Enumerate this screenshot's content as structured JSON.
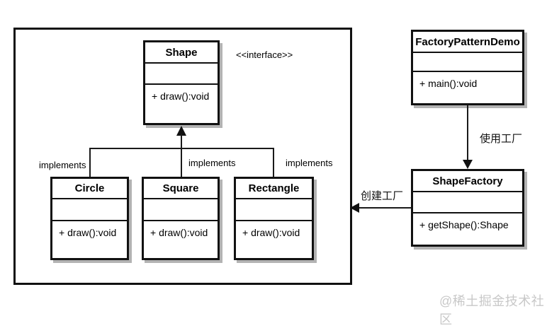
{
  "diagram": {
    "stereotype_label": "<<interface>>",
    "watermark": "@稀土掘金技术社区",
    "classes": [
      {
        "id": "shape",
        "name": "Shape",
        "attributes": "",
        "method": "+ draw():void"
      },
      {
        "id": "circle",
        "name": "Circle",
        "attributes": "",
        "method": "+ draw():void"
      },
      {
        "id": "square",
        "name": "Square",
        "attributes": "",
        "method": "+ draw():void"
      },
      {
        "id": "rectangle",
        "name": "Rectangle",
        "attributes": "",
        "method": "+ draw():void"
      },
      {
        "id": "factory-pattern-demo",
        "name": "FactoryPatternDemo",
        "attributes": "",
        "method": "+ main():void"
      },
      {
        "id": "shape-factory",
        "name": "ShapeFactory",
        "attributes": "",
        "method": "+ getShape():Shape"
      }
    ],
    "edge_labels": {
      "implements_left": "implements",
      "implements_middle": "implements",
      "implements_right": "implements",
      "use_factory": "使用工厂",
      "create_factory": "创建工厂"
    },
    "colors": {
      "background": "#ffffff",
      "border": "#111111",
      "line": "#1a1a1a",
      "shadow": "#b3b3b3",
      "watermark": "#c8c8c8"
    }
  }
}
